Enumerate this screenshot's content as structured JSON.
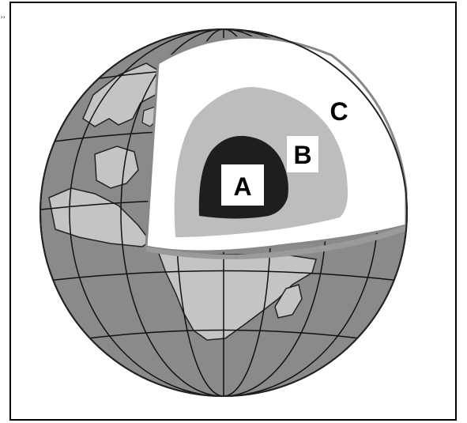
{
  "diagram": {
    "layers": [
      {
        "id": "A",
        "label": "A",
        "fill": "#1e1e1e"
      },
      {
        "id": "B",
        "label": "B",
        "fill": "#bdbdbd"
      },
      {
        "id": "C",
        "label": "C",
        "fill": "#ffffff"
      }
    ],
    "ocean_color": "#8a8a8a",
    "land_color": "#c4c4c4",
    "grid_color": "#111111",
    "stray_mark": "’’"
  }
}
